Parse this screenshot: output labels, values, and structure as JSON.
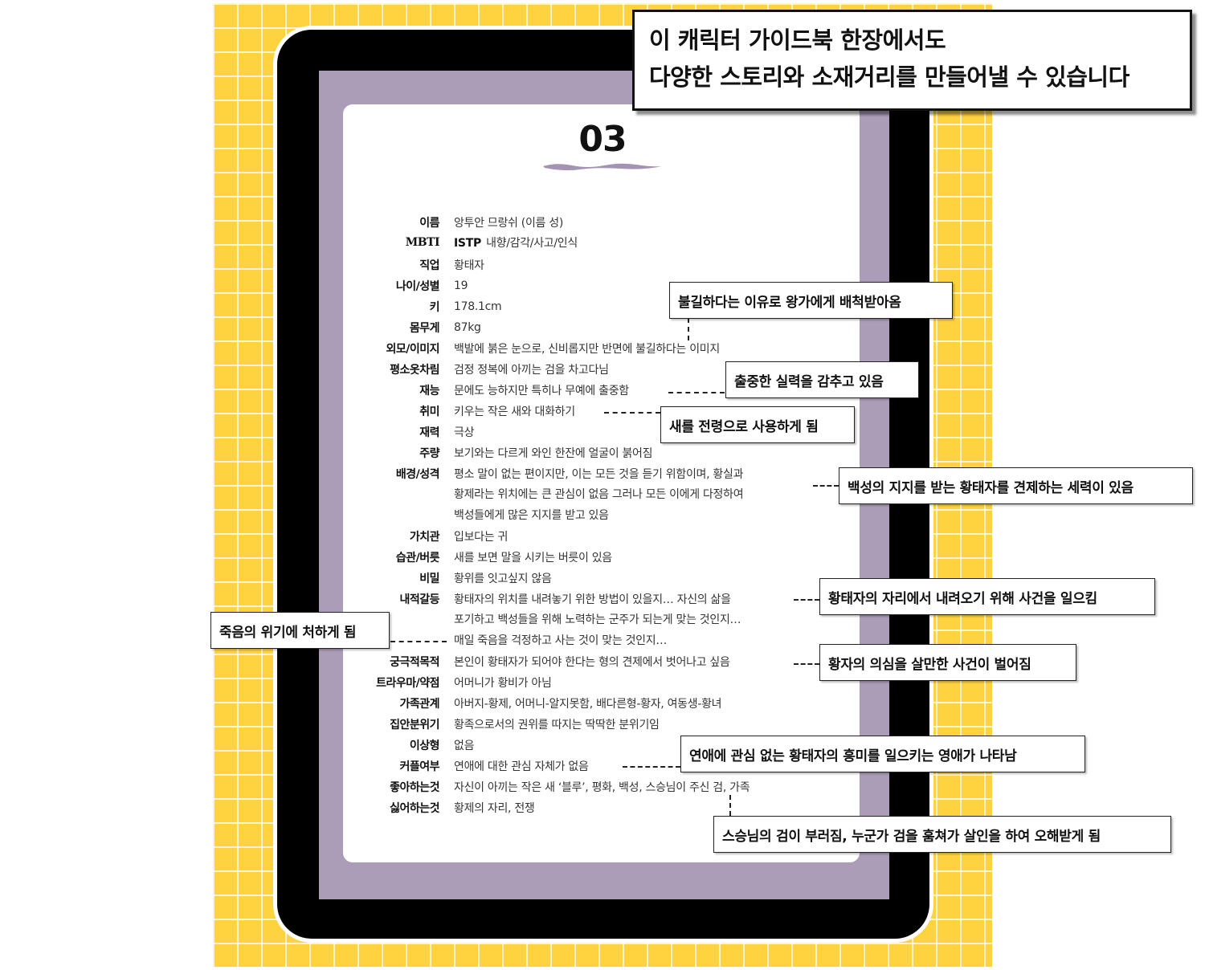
{
  "headline": {
    "line1": "이 캐릭터 가이드북 한장에서도",
    "line2": "다양한 스토리와 소재거리를 만들어낼 수 있습니다"
  },
  "sheet": {
    "page_number": "03",
    "fields": [
      {
        "label": "이름",
        "value": "앙투안 므랑쉬 (이름 성)"
      },
      {
        "label": "MBTI",
        "value_bold": "ISTP",
        "value": "내향/감각/사고/인식"
      },
      {
        "label": "직업",
        "value": "황태자"
      },
      {
        "label": "나이/성별",
        "value": "19"
      },
      {
        "label": "키",
        "value": "178.1cm"
      },
      {
        "label": "몸무게",
        "value": "87kg"
      },
      {
        "label": "외모/이미지",
        "value": "백발에 붉은 눈으로, 신비롭지만 반면에 불길하다는 이미지"
      },
      {
        "label": "평소옷차림",
        "value": "검정 정복에 아끼는 검을 차고다님"
      },
      {
        "label": "재능",
        "value": "문에도 능하지만 특히나 무예에 출중함"
      },
      {
        "label": "취미",
        "value": "키우는 작은 새와 대화하기"
      },
      {
        "label": "재력",
        "value": "극상"
      },
      {
        "label": "주량",
        "value": "보기와는 다르게 와인 한잔에 얼굴이 붉어짐"
      },
      {
        "label": "배경/성격",
        "value": "평소 말이 없는 편이지만, 이는 모든 것을 듣기 위함이며, 황실과"
      },
      {
        "label": "",
        "value": "황제라는 위치에는 큰 관심이 없음 그러나 모든 이에게 다정하여"
      },
      {
        "label": "",
        "value": "백성들에게 많은 지지를 받고 있음"
      },
      {
        "label": "가치관",
        "value": "입보다는 귀"
      },
      {
        "label": "습관/버릇",
        "value": "새를 보면 말을 시키는 버릇이 있음"
      },
      {
        "label": "비밀",
        "value": "황위를 잇고싶지 않음"
      },
      {
        "label": "내적갈등",
        "value": "황태자의 위치를 내려놓기 위한 방법이 있을지… 자신의 삶을"
      },
      {
        "label": "",
        "value": "포기하고 백성들을 위해 노력하는 군주가 되는게 맞는 것인지…"
      },
      {
        "label": "",
        "value": "매일 죽음을 걱정하고 사는 것이 맞는 것인지…"
      },
      {
        "label": "궁극적목적",
        "value": "본인이 황태자가 되어야 한다는 형의 견제에서 벗어나고 싶음"
      },
      {
        "label": "트라우마/약점",
        "value": "어머니가 황비가 아님"
      },
      {
        "label": "가족관계",
        "value": "아버지-황제, 어머니-알지못함, 배다른형-황자, 여동생-황녀"
      },
      {
        "label": "집안분위기",
        "value": "황족으로서의 권위를 따지는 딱딱한 분위기임"
      },
      {
        "label": "이상형",
        "value": "없음"
      },
      {
        "label": "커플여부",
        "value": "연애에 대한 관심 자체가 없음"
      },
      {
        "label": "좋아하는것",
        "value": "자신이 아끼는 작은 새 ‘블루’, 평화, 백성, 스승님이 주신 검, 가족"
      },
      {
        "label": "싫어하는것",
        "value": "황제의 자리, 전쟁"
      }
    ]
  },
  "notes": [
    "불길하다는 이유로 왕가에게 배척받아옴",
    "출중한 실력을 감추고 있음",
    "새를 전령으로 사용하게 됨",
    "백성의 지지를 받는 황태자를 견제하는 세력이 있음",
    "황태자의 자리에서 내려오기 위해 사건을 일으킴",
    "죽음의 위기에 처하게 됨",
    "황자의 의심을 살만한 사건이 벌어짐",
    "연애에 관심 없는 황태자의 흥미를 일으키는 영애가 나타남",
    "스승님의 검이 부러짐, 누군가 검을 훔쳐가 살인을 하여 오해받게 됨"
  ],
  "colors": {
    "background_grid": "#FFD23F",
    "bezel": "#AB9DB8",
    "frame": "#000000",
    "brush_stroke": "#A493B2"
  }
}
